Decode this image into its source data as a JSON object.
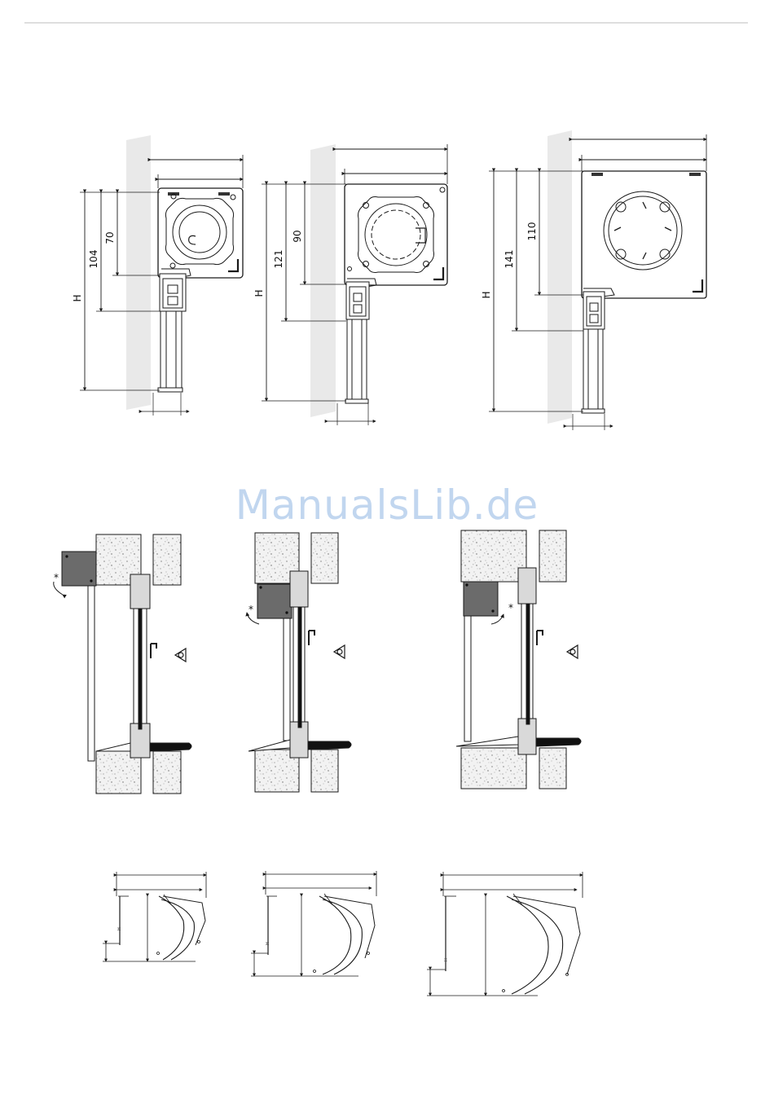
{
  "watermark": "ManualsLib.de",
  "top_row": [
    {
      "height_label": "H",
      "outer_dim": "104",
      "inner_dim": "70"
    },
    {
      "height_label": "H",
      "outer_dim": "121",
      "inner_dim": "90"
    },
    {
      "height_label": "H",
      "outer_dim": "141",
      "inner_dim": "110"
    }
  ],
  "middle_row": [
    {
      "marker": "*"
    },
    {
      "marker": "*"
    },
    {
      "marker": "*"
    }
  ],
  "bottom_row": [
    {
      "side_label": "H"
    },
    {
      "side_label": "H"
    },
    {
      "side_label": "H"
    }
  ],
  "colors": {
    "wall": "#e9e9e9",
    "box_dark": "#6b6b6b",
    "line": "#1a1a1a"
  }
}
